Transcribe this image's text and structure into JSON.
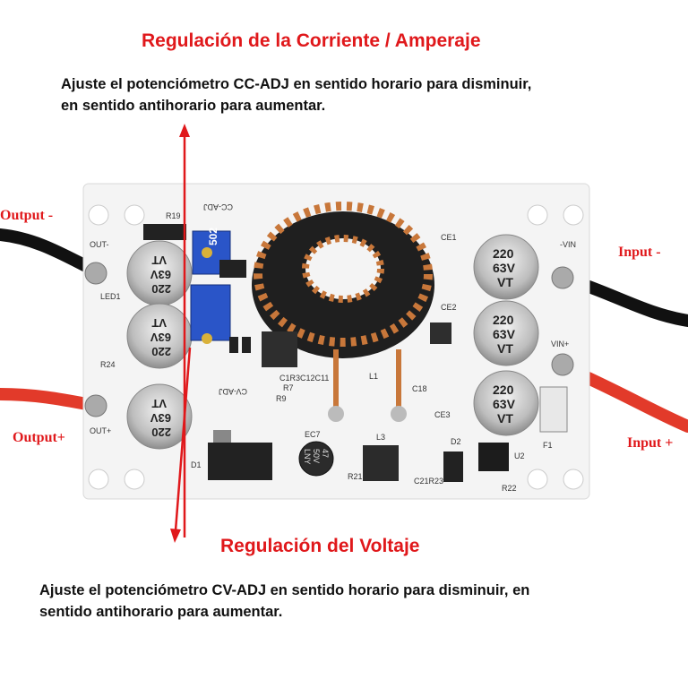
{
  "current_section": {
    "title": "Regulación de la Corriente / Amperaje",
    "description_line1": "Ajuste el potenciómetro CC-ADJ en sentido horario para disminuir,",
    "description_line2": "en sentido antihorario para aumentar."
  },
  "voltage_section": {
    "title": "Regulación del Voltaje",
    "description_line1": "Ajuste el potenciómetro CV-ADJ en sentido horario para disminuir, en",
    "description_line2": "sentido antihorario para aumentar."
  },
  "terminals": {
    "output_minus": "Output -",
    "output_plus": "Output+",
    "input_minus": "Input -",
    "input_plus": "Input +"
  },
  "board_silkscreen": {
    "cc_adj": "CC-ADJ",
    "cv_adj": "CV-ADJ",
    "out_minus": "OUT-",
    "out_plus": "OUT+",
    "vin_minus": "-VIN",
    "vin_plus": "VIN+",
    "r19": "R19",
    "led1": "LED1",
    "r24": "R24",
    "r9": "R9",
    "r7": "R7",
    "ic_code": "C1R3C12C11",
    "l1": "L1",
    "c18": "C18",
    "ce1": "CE1",
    "ce2": "CE2",
    "ce3": "CE3",
    "ec7": "EC7",
    "l3": "L3",
    "d1": "D1",
    "d2": "D2",
    "u2": "U2",
    "f1": "F1",
    "r22": "R22",
    "r21": "R21",
    "c21r23": "C21R23"
  },
  "capacitor_marking": {
    "line1": "220",
    "line2": "63V",
    "line3": "VT"
  },
  "small_cap_marking": {
    "line1": "47",
    "line2": "50V",
    "line3": "LNY"
  },
  "potentiometer_marking": "502",
  "colors": {
    "title_red": "#e0181b",
    "arrow_red": "#e0181b",
    "board": "#f4f4f4",
    "pot_blue": "#2a55c8",
    "wire_red": "#e23a2a",
    "wire_black": "#1a1a1a",
    "copper": "#c8773a"
  }
}
